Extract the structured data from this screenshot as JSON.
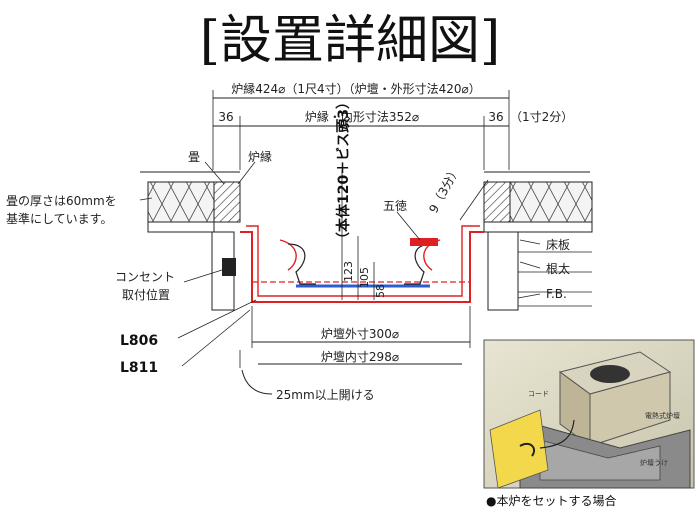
{
  "title": "[設置詳細図]",
  "dimensions": {
    "outer": "炉縁424⌀（1尺4寸）（炉壇・外形寸法420⌀）",
    "inner": "炉縁・内形寸法352⌀",
    "left_margin": "36",
    "right_margin": "36",
    "right_margin_note": "（1寸2分）",
    "vertical_total": "（本体120＋ビス頭3）",
    "vertical_123": "123",
    "vertical_105": "105",
    "vertical_58": "58",
    "gotoku_height": "9（3分）",
    "rodan_outer": "炉壇外寸300⌀",
    "rodan_inner": "炉壇内寸298⌀",
    "clearance": "25mm以上開ける"
  },
  "labels": {
    "tatami": "畳",
    "rohuchi": "炉縁",
    "tatami_note_line1": "畳の厚さは60mmを",
    "tatami_note_line2": "基準にしています。",
    "gotoku": "五徳",
    "yukaita": "床板",
    "neda": "根太",
    "fb": "F.B.",
    "outlet_line1": "コンセント",
    "outlet_line2": "取付位置",
    "l806": "L806",
    "l811": "L811"
  },
  "photo": {
    "cord_label": "コード",
    "furnace_label": "電熱式炉壇",
    "receiver_label": "炉壇うけ",
    "caption": "●本炉をセットする場合"
  }
}
